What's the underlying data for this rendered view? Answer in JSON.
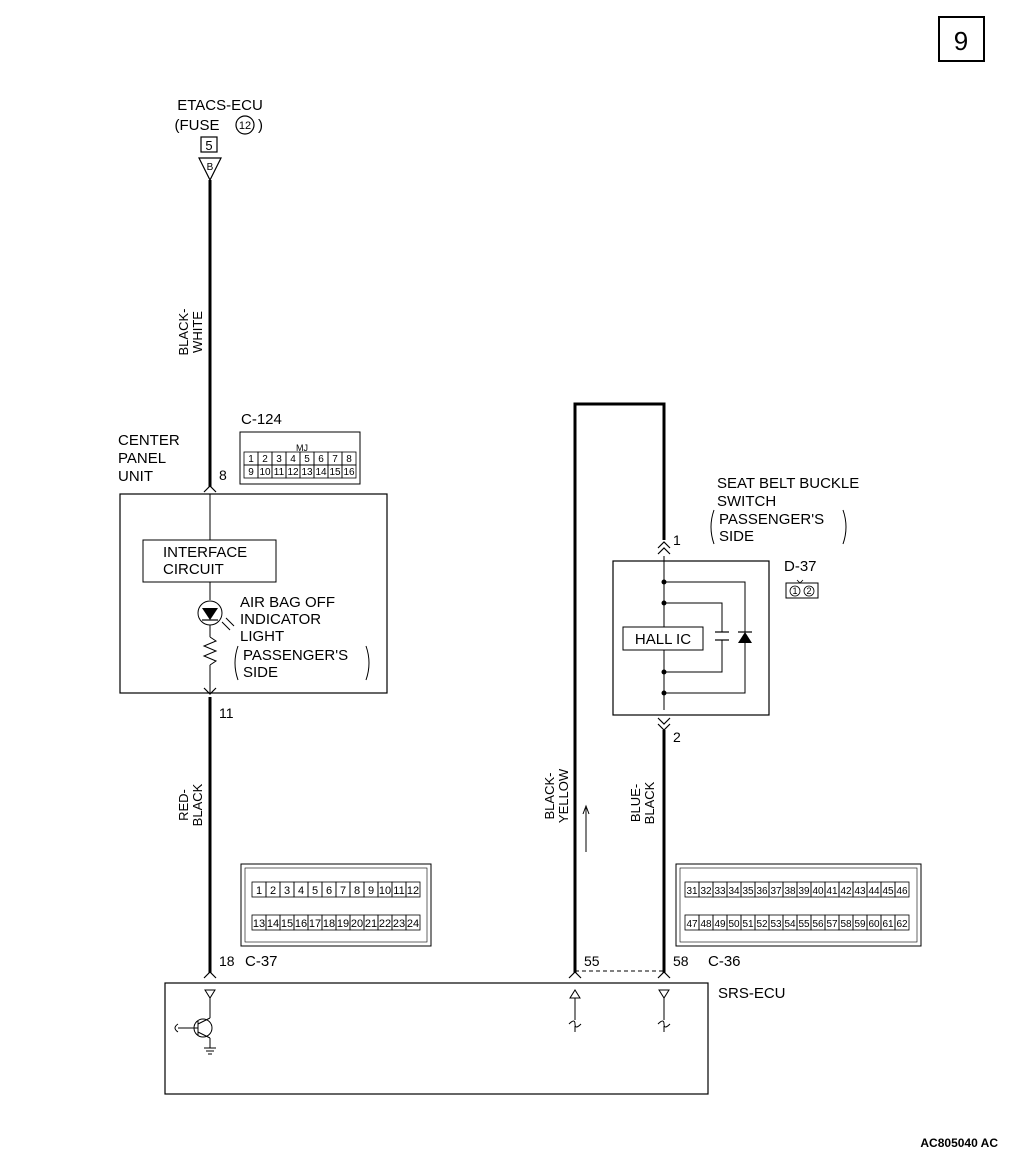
{
  "page_number": "9",
  "figure_code": "AC805040 AC",
  "source": {
    "name": "ETACS-ECU",
    "fuse_prefix": "(FUSE",
    "fuse_number": "12",
    "fuse_suffix": ")",
    "terminal": "5",
    "connector_letter": "B"
  },
  "center_panel_unit": {
    "label_line1": "CENTER",
    "label_line2": "PANEL",
    "label_line3": "UNIT",
    "connector": "C-124",
    "connector_tag": "MJ",
    "connector_pins_row1": [
      "1",
      "2",
      "3",
      "4",
      "5",
      "6",
      "7",
      "8"
    ],
    "connector_pins_row2": [
      "9",
      "10",
      "11",
      "12",
      "13",
      "14",
      "15",
      "16"
    ],
    "pin_in": "8",
    "pin_out": "11",
    "interface_line1": "INTERFACE",
    "interface_line2": "CIRCUIT",
    "light_line1": "AIR BAG OFF",
    "light_line2": "INDICATOR",
    "light_line3": "LIGHT",
    "light_line4": "PASSENGER'S",
    "light_line5": "SIDE"
  },
  "wires": {
    "w1_line1": "BLACK-",
    "w1_line2": "WHITE",
    "w2_line1": "RED-",
    "w2_line2": "BLACK",
    "w3_line1": "BLACK-",
    "w3_line2": "YELLOW",
    "w4_line1": "BLUE-",
    "w4_line2": "BLACK"
  },
  "seat_belt_switch": {
    "line1": "SEAT BELT BUCKLE",
    "line2": "SWITCH",
    "line3": "PASSENGER'S",
    "line4": "SIDE",
    "connector": "D-37",
    "pins": [
      "1",
      "2"
    ],
    "pin_top": "1",
    "pin_bottom": "2",
    "hall_ic": "HALL IC"
  },
  "srs_ecu": {
    "label": "SRS-ECU",
    "connector_c37": "C-37",
    "c37_row1": [
      "1",
      "2",
      "3",
      "4",
      "5",
      "6",
      "7",
      "8",
      "9",
      "10",
      "11",
      "12"
    ],
    "c37_row2": [
      "13",
      "14",
      "15",
      "16",
      "17",
      "18",
      "19",
      "20",
      "21",
      "22",
      "23",
      "24"
    ],
    "pin_18": "18",
    "connector_c36": "C-36",
    "c36_row1": [
      "31",
      "32",
      "33",
      "34",
      "35",
      "36",
      "37",
      "38",
      "39",
      "40",
      "41",
      "42",
      "43",
      "44",
      "45",
      "46"
    ],
    "c36_row2": [
      "47",
      "48",
      "49",
      "50",
      "51",
      "52",
      "53",
      "54",
      "55",
      "56",
      "57",
      "58",
      "59",
      "60",
      "61",
      "62"
    ],
    "pin_55": "55",
    "pin_58": "58"
  }
}
